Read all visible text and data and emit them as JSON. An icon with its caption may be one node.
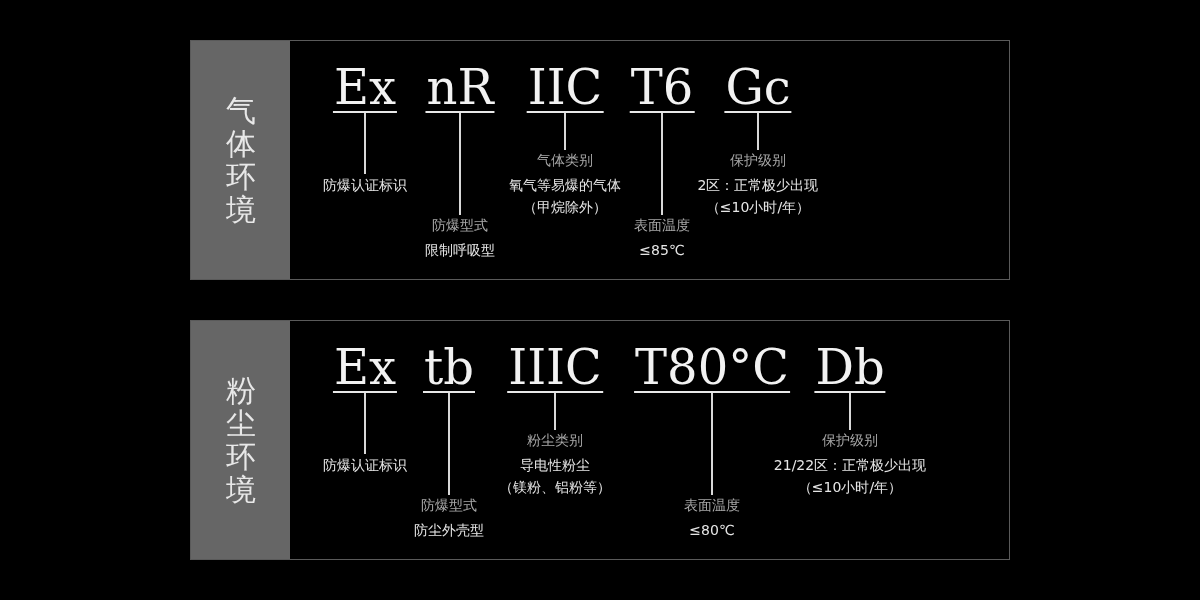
{
  "diagram": {
    "nodes": [
      {
        "text": [],
        "shape": "box"
      },
      {
        "text": [
          "气体环境"
        ],
        "in": 0
      },
      {
        "text": [
          "Ex"
        ],
        "in": 0
      },
      {
        "text": [
          "nR"
        ],
        "in": 0
      },
      {
        "text": [
          "IIC"
        ],
        "in": 0
      },
      {
        "text": [
          "T6"
        ],
        "in": 0
      },
      {
        "text": [
          "Gc"
        ],
        "in": 0
      },
      {
        "text": [
          "防爆认证标识"
        ],
        "in": 0
      },
      {
        "text": [
          "防爆型式",
          "限制呼吸型"
        ],
        "in": 0
      },
      {
        "text": [
          "气体类别",
          "氧气等易爆的气体（甲烷除外）"
        ],
        "in": 0
      },
      {
        "text": [
          "表面温度",
          "≤85℃"
        ],
        "in": 0
      },
      {
        "text": [
          "保护级别",
          "2区：正常极少出现（≤10小时/年）"
        ],
        "in": 0
      },
      {
        "text": [],
        "shape": "box"
      },
      {
        "text": [
          "粉尘环境"
        ],
        "in": 12
      },
      {
        "text": [
          "Ex"
        ],
        "in": 12
      },
      {
        "text": [
          "tb"
        ],
        "in": 12
      },
      {
        "text": [
          "IIIC"
        ],
        "in": 12
      },
      {
        "text": [
          "T80°C"
        ],
        "in": 12
      },
      {
        "text": [
          "Db"
        ],
        "in": 12
      },
      {
        "text": [
          "防爆认证标识"
        ],
        "in": 12
      },
      {
        "text": [
          "防爆型式",
          "防尘外壳型"
        ],
        "in": 12
      },
      {
        "text": [
          "粉尘类别",
          "导电性粉尘（镁粉、铝粉等）"
        ],
        "in": 12
      },
      {
        "text": [
          "表面温度",
          "≤80℃"
        ],
        "in": 12
      },
      {
        "text": [
          "保护级别",
          "21/22区：正常极少出现（≤10小时/年）"
        ],
        "in": 12
      }
    ],
    "edges": [
      {
        "from": 2,
        "to": 7,
        "arrow": "none"
      },
      {
        "from": 3,
        "to": 8,
        "arrow": "none"
      },
      {
        "from": 4,
        "to": 9,
        "arrow": "none"
      },
      {
        "from": 5,
        "to": 10,
        "arrow": "none"
      },
      {
        "from": 6,
        "to": 11,
        "arrow": "none"
      },
      {
        "from": 14,
        "to": 19,
        "arrow": "none"
      },
      {
        "from": 15,
        "to": 20,
        "arrow": "none"
      },
      {
        "from": 16,
        "to": 21,
        "arrow": "none"
      },
      {
        "from": 17,
        "to": 22,
        "arrow": "none"
      },
      {
        "from": 18,
        "to": 23,
        "arrow": "none"
      }
    ]
  }
}
